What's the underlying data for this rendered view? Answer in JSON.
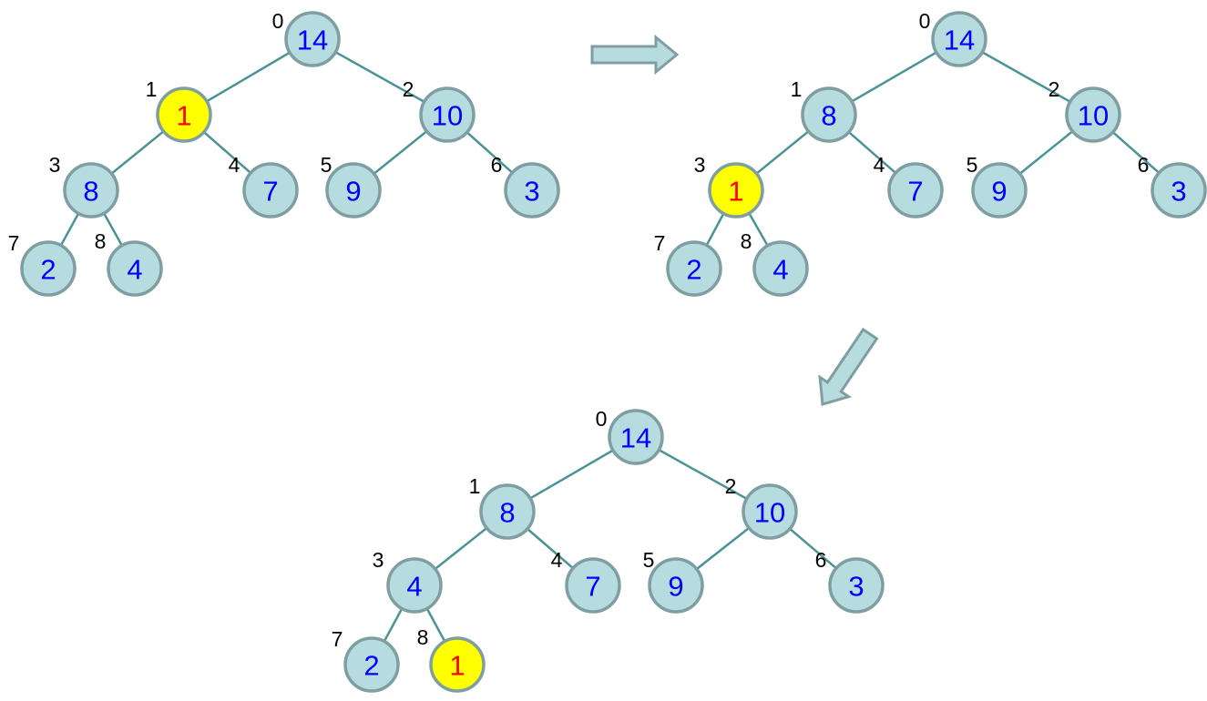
{
  "colors": {
    "edge": "#4a9396",
    "node_fill": "#b7dce0",
    "node_border": "#7f9ea1",
    "highlight_fill": "#ffff00",
    "value_text": "#0000ff",
    "highlight_value_text": "#ff0000",
    "index_text": "#000000",
    "arrow_fill": "#b7dce0"
  },
  "arrows": [
    {
      "name": "right-arrow-icon",
      "direction": "right"
    },
    {
      "name": "down-left-arrow-icon",
      "direction": "down-left"
    }
  ],
  "trees": [
    {
      "name": "tree-step-1",
      "nodes": [
        {
          "index": "0",
          "value": "14",
          "highlight": false
        },
        {
          "index": "1",
          "value": "1",
          "highlight": true
        },
        {
          "index": "2",
          "value": "10",
          "highlight": false
        },
        {
          "index": "3",
          "value": "8",
          "highlight": false
        },
        {
          "index": "4",
          "value": "7",
          "highlight": false
        },
        {
          "index": "5",
          "value": "9",
          "highlight": false
        },
        {
          "index": "6",
          "value": "3",
          "highlight": false
        },
        {
          "index": "7",
          "value": "2",
          "highlight": false
        },
        {
          "index": "8",
          "value": "4",
          "highlight": false
        }
      ]
    },
    {
      "name": "tree-step-2",
      "nodes": [
        {
          "index": "0",
          "value": "14",
          "highlight": false
        },
        {
          "index": "1",
          "value": "8",
          "highlight": false
        },
        {
          "index": "2",
          "value": "10",
          "highlight": false
        },
        {
          "index": "3",
          "value": "1",
          "highlight": true
        },
        {
          "index": "4",
          "value": "7",
          "highlight": false
        },
        {
          "index": "5",
          "value": "9",
          "highlight": false
        },
        {
          "index": "6",
          "value": "3",
          "highlight": false
        },
        {
          "index": "7",
          "value": "2",
          "highlight": false
        },
        {
          "index": "8",
          "value": "4",
          "highlight": false
        }
      ]
    },
    {
      "name": "tree-step-3",
      "nodes": [
        {
          "index": "0",
          "value": "14",
          "highlight": false
        },
        {
          "index": "1",
          "value": "8",
          "highlight": false
        },
        {
          "index": "2",
          "value": "10",
          "highlight": false
        },
        {
          "index": "3",
          "value": "4",
          "highlight": false
        },
        {
          "index": "4",
          "value": "7",
          "highlight": false
        },
        {
          "index": "5",
          "value": "9",
          "highlight": false
        },
        {
          "index": "6",
          "value": "3",
          "highlight": false
        },
        {
          "index": "7",
          "value": "2",
          "highlight": false
        },
        {
          "index": "8",
          "value": "1",
          "highlight": true
        }
      ]
    }
  ]
}
